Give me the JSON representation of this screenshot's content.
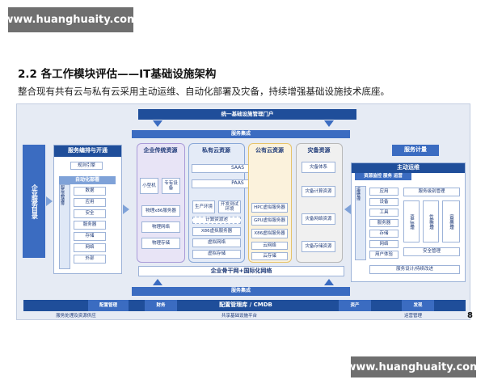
{
  "watermark": {
    "top": "www.huanghuaity.com",
    "bottom": "www.huanghuaity.com"
  },
  "heading": {
    "title": "2.2 各工作模块评估——IT基础设施架构",
    "subtitle": "整合现有共有云与私有云采用主动运维、自动化部署及灾备，持续增强基础设施技术底座。"
  },
  "page_number": "8",
  "diagram": {
    "portal": "统一基础设施管理门户",
    "service_integration_top": "服务集成",
    "service_integration_bottom": "服务集成",
    "enterprise_catalog": "企业服务目录",
    "orchestration": {
      "title": "服务编排与开通",
      "rule_engine": "规则引擎",
      "automation_title": "自动化部署",
      "items": [
        "数据",
        "应用",
        "安全",
        "服务器",
        "存储",
        "网络",
        "外部"
      ],
      "side_label": "服务流程编排"
    },
    "legacy": {
      "title": "企业传统资源",
      "minicomputer": "小型机",
      "dedicated": "专有设备",
      "x86": "物理x86服务器",
      "network": "物理网络",
      "storage": "物理存储"
    },
    "private_cloud": {
      "title": "私有云资源",
      "env_prod": "生产环境",
      "env_dev": "开发测试环境",
      "pool": "计算资源池",
      "x86": "X86虚拟服务器",
      "vnet": "虚拟网络",
      "vstore": "虚拟存储"
    },
    "saas": "SAAS",
    "paas": "PAAS",
    "public_cloud": {
      "title": "公有云资源",
      "hpc": "HPC虚拟服务器",
      "gpu": "GPU虚拟服务器",
      "x86": "X86虚拟服务器",
      "net": "云网络",
      "store": "云存储"
    },
    "dr": {
      "title": "灾备资源",
      "sys": "灾备体系",
      "compute": "灾备计算资源",
      "network": "灾备网络资源",
      "storage": "灾备存储资源"
    },
    "backbone": "企业骨干网+国际化网络",
    "service_metering": "服务计量",
    "ops": {
      "title": "主动运维",
      "monitor": "资源监控",
      "alert": "服务 运营",
      "items": [
        "应用",
        "设备",
        "工具",
        "服务器",
        "存储",
        "网络",
        "用户体验"
      ],
      "side_ops": "运维管理",
      "service_level": "服务级别管理",
      "asset_mgmt": "资产管理",
      "perf_mgmt": "性能管理",
      "capacity": "容量管理",
      "security": "安全管理",
      "design_opt": "服务设计/持续改进"
    },
    "cmdb": {
      "bar": "配置管理库 / CMDB",
      "left": "配置管理",
      "left2": "财务",
      "right": "资产",
      "right2": "发现"
    },
    "footer": {
      "left": "服务处理及资源供应",
      "center": "共享基础设施平台",
      "right": "运营管理"
    }
  }
}
